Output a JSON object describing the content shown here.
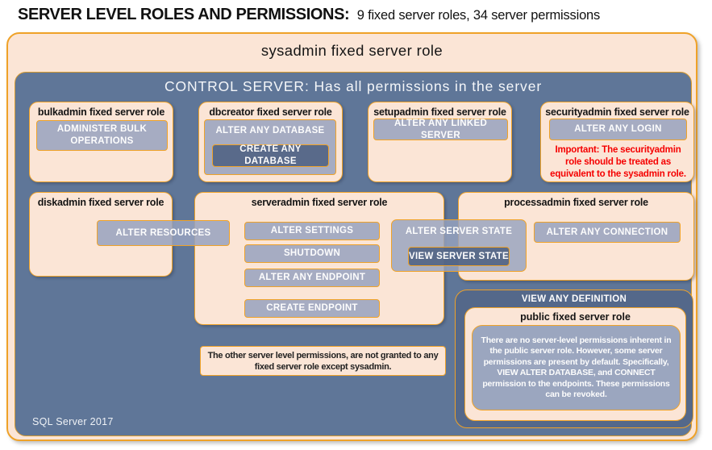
{
  "title": {
    "main": "SERVER LEVEL ROLES AND PERMISSIONS:",
    "subtitle": "9 fixed server roles, 34 server permissions"
  },
  "sysadmin_label": "sysadmin fixed server role",
  "control_label": "CONTROL SERVER: Has all permissions in the server",
  "footer": "SQL Server 2017",
  "roles": {
    "bulkadmin": {
      "label": "bulkadmin fixed server role",
      "permission": "ADMINISTER BULK OPERATIONS"
    },
    "dbcreator": {
      "label": "dbcreator fixed server role",
      "permission": "ALTER ANY DATABASE",
      "nested": "CREATE ANY DATABASE"
    },
    "setupadmin": {
      "label": "setupadmin fixed server role",
      "permission": "ALTER ANY LINKED SERVER"
    },
    "securityadmin": {
      "label": "securityadmin fixed server role",
      "permission": "ALTER ANY LOGIN",
      "warning": "Important: The securityadmin role should be treated as equivalent to the sysadmin role."
    },
    "diskadmin": {
      "label": "diskadmin fixed server role",
      "permission": "ALTER RESOURCES"
    },
    "serveradmin": {
      "label": "serveradmin fixed server role",
      "permissions": [
        "ALTER SETTINGS",
        "SHUTDOWN",
        "ALTER ANY ENDPOINT",
        "CREATE ENDPOINT"
      ],
      "shared_permission": "ALTER SERVER STATE",
      "nested": "VIEW SERVER STATE"
    },
    "processadmin": {
      "label": "processadmin fixed server role",
      "permission": "ALTER ANY CONNECTION"
    },
    "public": {
      "container": "VIEW ANY DEFINITION",
      "label": "public fixed server role",
      "note": "There are no server-level permissions inherent in the public server role. However, some server permissions are present by default. Specifically, VIEW ALTER DATABASE, and CONNECT permission to the endpoints. These permissions can be revoked."
    }
  },
  "note": "The other server level permissions, are not granted to any fixed server role except sysadmin.",
  "colors": {
    "peach": "#FBE5D6",
    "gold_border": "#EFA228",
    "control_bg": "#5F7698",
    "permission_fill": "#8C9AB7",
    "nested_fill": "#566A8C",
    "definition_bg": "#54688A",
    "warning_red": "#F50000"
  }
}
